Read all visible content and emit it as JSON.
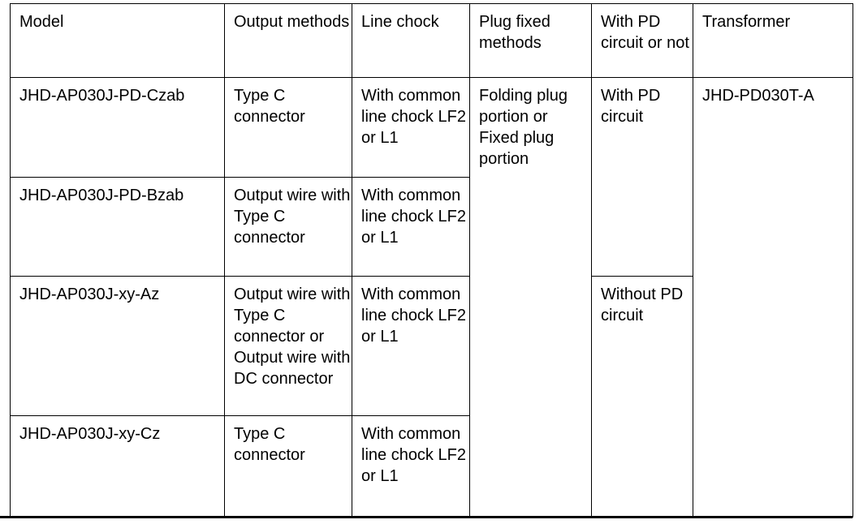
{
  "table": {
    "name": "model-specification-table",
    "columns": [
      {
        "key": "model",
        "label": "Model"
      },
      {
        "key": "output",
        "label": "Output methods"
      },
      {
        "key": "chock",
        "label": "Line chock"
      },
      {
        "key": "plug",
        "label": "Plug fixed methods"
      },
      {
        "key": "pd",
        "label": "With PD circuit or not"
      },
      {
        "key": "transformer",
        "label": "Transformer"
      }
    ],
    "rows": [
      {
        "model": "JHD-AP030J-PD-Czab",
        "output": "Type C connector",
        "chock": "With common line chock LF2 or L1"
      },
      {
        "model": "JHD-AP030J-PD-Bzab",
        "output": "Output wire with Type C connector",
        "chock": "With common line chock LF2 or L1"
      },
      {
        "model": "JHD-AP030J-xy-Az",
        "output": "Output wire with Type C connector or Output wire with DC connector",
        "chock": "With common line chock LF2 or L1"
      },
      {
        "model": "JHD-AP030J-xy-Cz",
        "output": "Type C connector",
        "chock": "With common line chock LF2 or L1"
      }
    ],
    "merged": {
      "plug_fixed_methods": "Folding plug portion or Fixed plug portion",
      "pd_circuit_rows_1_2": "With PD circuit",
      "pd_circuit_rows_3_4": "Without PD circuit",
      "transformer": "JHD-PD030T-A"
    },
    "colors": {
      "text": "#000000",
      "border": "#000000",
      "background": "#ffffff"
    }
  }
}
